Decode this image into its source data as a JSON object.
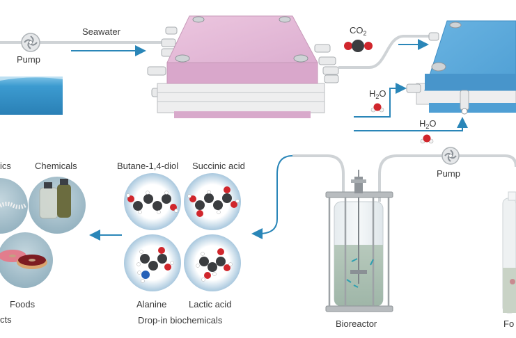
{
  "colors": {
    "arrow": "#2a86b8",
    "pipe": "#cfd3d6",
    "pink_cell": "#e3b9d6",
    "blue_cell": "#5aa7d8",
    "seawater": "#2f8fc4",
    "oxygen": "#d0262c",
    "carbon": "#3b3d40",
    "nitrogen": "#2561b8",
    "hydrogen": "#f4f4f4",
    "bubble": "#c4dbea",
    "photo_bg": "#a7c0cc"
  },
  "top": {
    "pump_label": "Pump",
    "seawater_label": "Seawater",
    "co2": {
      "main": "CO",
      "sub": "2"
    },
    "h2o_1": {
      "pre": "H",
      "sub": "2",
      "post": "O"
    },
    "h2o_2": {
      "pre": "H",
      "sub": "2",
      "post": "O"
    }
  },
  "products": {
    "items": [
      {
        "name": "Bioplastics",
        "visible_label": "ics"
      },
      {
        "name": "Chemicals",
        "visible_label": "Chemicals"
      },
      {
        "name": "Foods",
        "visible_label": "Foods"
      }
    ],
    "group_label": "cts"
  },
  "biochemicals": {
    "molecules": [
      "Butane-1,4-diol",
      "Succinic acid",
      "Alanine",
      "Lactic acid"
    ],
    "group_label": "Drop-in biochemicals"
  },
  "bioreactor": {
    "label": "Bioreactor",
    "pump_label": "Pump"
  },
  "feed": {
    "visible_label": "Fo"
  }
}
